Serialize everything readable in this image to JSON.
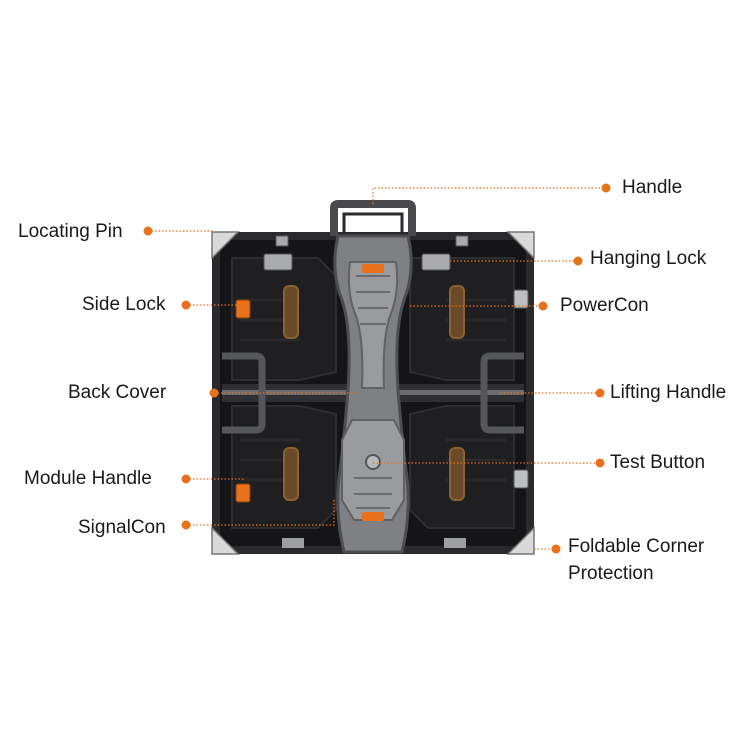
{
  "colors": {
    "accent": "#e8711c",
    "cabinet": "#1c1c1e",
    "frame": "#3b3b3d",
    "metal": "#8e8f92",
    "text": "#1a1a1a"
  },
  "labels": {
    "handle": "Handle",
    "locating_pin": "Locating Pin",
    "hanging_lock": "Hanging Lock",
    "side_lock": "Side Lock",
    "powercon": "PowerCon",
    "back_cover": "Back Cover",
    "lifting_handle": "Lifting Handle",
    "module_handle": "Module Handle",
    "test_button": "Test Button",
    "signalcon": "SignalCon",
    "foldable_corner_protection_line1": "Foldable Corner",
    "foldable_corner_protection_line2": "Protection"
  }
}
